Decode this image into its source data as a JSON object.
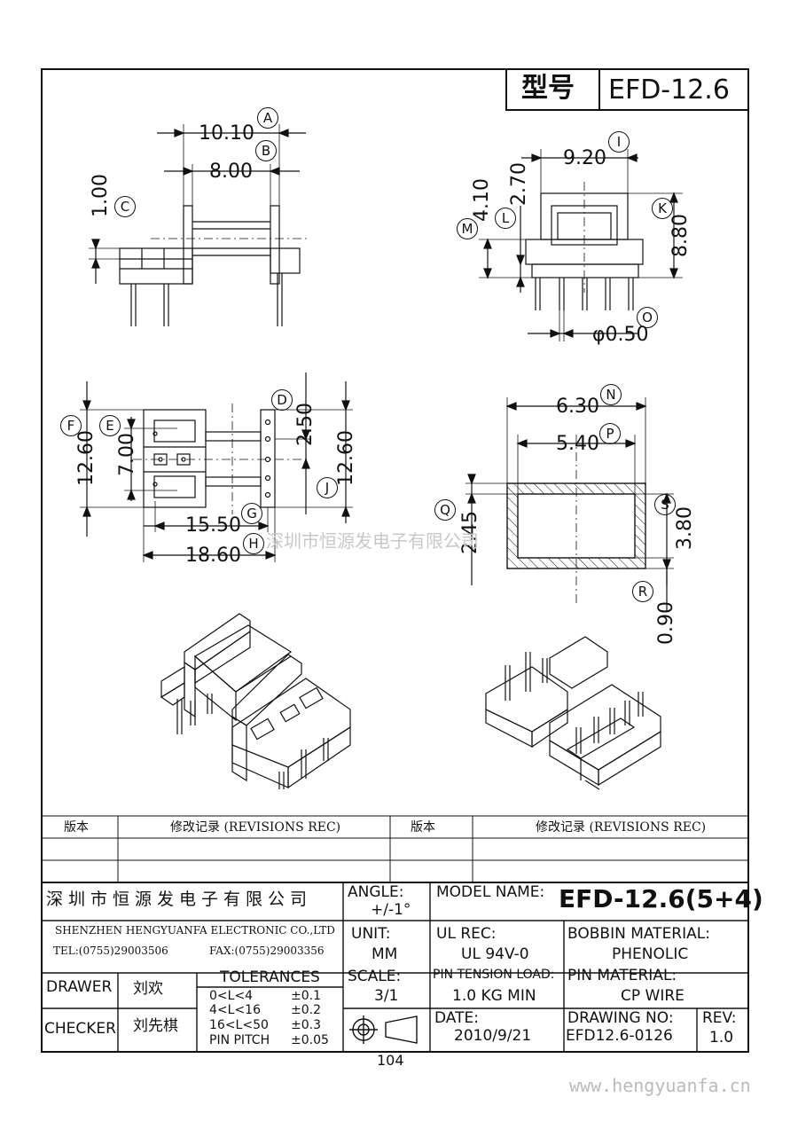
{
  "header": {
    "type_label": "型号",
    "model": "EFD-12.6"
  },
  "dimensions": {
    "A": "10.10",
    "B": "8.00",
    "C": "1.00",
    "I": "9.20",
    "K": "8.80",
    "L": "2.70",
    "M": "4.10",
    "O": "φ0.50",
    "D": "2.50",
    "F": "12.60",
    "E": "7.00",
    "J": "12.60",
    "G": "15.50",
    "H": "18.60",
    "N": "6.30",
    "P": "5.40",
    "Q": "2.45",
    "S": "3.80",
    "R": "0.90"
  },
  "markers": [
    "A",
    "B",
    "C",
    "D",
    "E",
    "F",
    "G",
    "H",
    "I",
    "J",
    "K",
    "L",
    "M",
    "N",
    "O",
    "P",
    "Q",
    "R",
    "S"
  ],
  "revisions": {
    "col_version": "版本",
    "col_record": "修改记录 (REVISIONS REC)"
  },
  "title_block": {
    "company_cn": "深圳市恒源发电子有限公司",
    "company_en": "SHENZHEN HENGYUANFA ELECTRONIC CO.,LTD",
    "tel": "TEL:(0755)29003506",
    "fax": "FAX:(0755)29003356",
    "angle_label": "ANGLE:",
    "angle_value": "+/-1°",
    "model_name_label": "MODEL NAME:",
    "model_name_value": "EFD-12.6(5+4)",
    "unit_label": "UNIT:",
    "unit_value": "MM",
    "ul_label": "UL REC:",
    "ul_value": "UL 94V-0",
    "bobbin_label": "BOBBIN MATERIAL:",
    "bobbin_value": "PHENOLIC",
    "drawer_label": "DRAWER",
    "drawer_name": "刘欢",
    "checker_label": "CHECKER",
    "checker_name": "刘先棋",
    "tol_title": "TOLERANCES",
    "tol": [
      {
        "range": "0<L<4",
        "value": "±0.1"
      },
      {
        "range": "4<L<16",
        "value": "±0.2"
      },
      {
        "range": "16<L<50",
        "value": "±0.3"
      },
      {
        "range": "PIN PITCH",
        "value": "±0.05"
      }
    ],
    "scale_label": "SCALE:",
    "scale_value": "3/1",
    "pin_tension_label": "PIN TENSION LOAD:",
    "pin_tension_value": "1.0 KG MIN",
    "pin_material_label": "PIN MATERIAL:",
    "pin_material_value": "CP WIRE",
    "date_label": "DATE:",
    "date_value": "2010/9/21",
    "drawing_no_label": "DRAWING NO:",
    "drawing_no_value": "EFD12.6-0126",
    "rev_label": "REV:",
    "rev_value": "1.0"
  },
  "page_number": "104",
  "watermark_cn": "深圳市恒源发电子有限公司",
  "watermark_url": "www.hengyuanfa.cn"
}
